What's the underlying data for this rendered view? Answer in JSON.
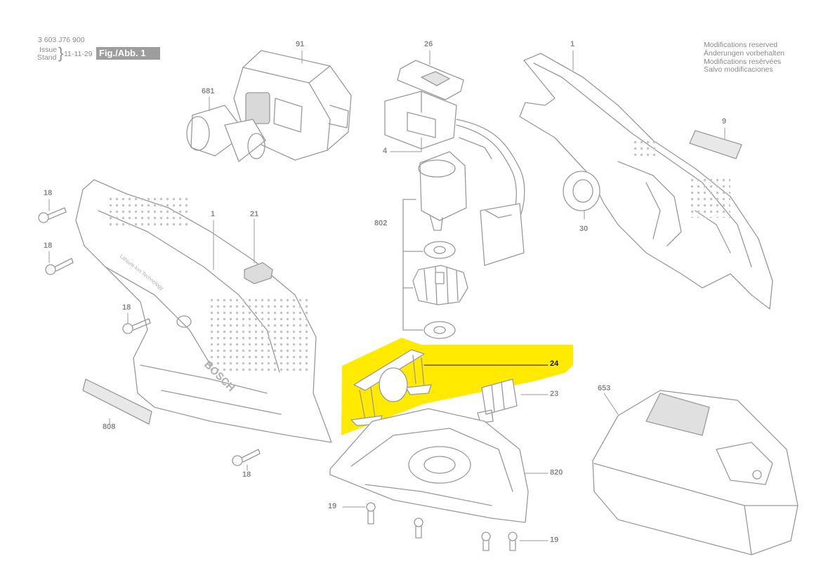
{
  "header": {
    "part_number": "3 603 J76 900",
    "issue_label": "Issue",
    "stand_label": "Stand",
    "brace": "}",
    "date": "11-11-29",
    "figure": "Fig./Abb. 1"
  },
  "modifications": [
    "Modifications reserved",
    "Änderungen vorbehalten",
    "Modifications resérvées",
    "Salvo modificaciones"
  ],
  "brand_text": "BOSCH",
  "housing_text": "Lithium-Ion Technology",
  "part_labels": {
    "p91": "91",
    "p26": "26",
    "p1_top": "1",
    "p681": "681",
    "p4": "4",
    "p9": "9",
    "p18_a": "18",
    "p1_left": "1",
    "p21": "21",
    "p30": "30",
    "p18_b": "18",
    "p802": "802",
    "p18_c": "18",
    "p24": "24",
    "p653": "653",
    "p23": "23",
    "p808": "808",
    "p820": "820",
    "p18_d": "18",
    "p19_a": "19",
    "p19_b": "19"
  },
  "colors": {
    "highlight": "#ffea00",
    "line_art": "#9a9a9a",
    "label": "#8a8a8a",
    "highlight_label": "#111111"
  }
}
